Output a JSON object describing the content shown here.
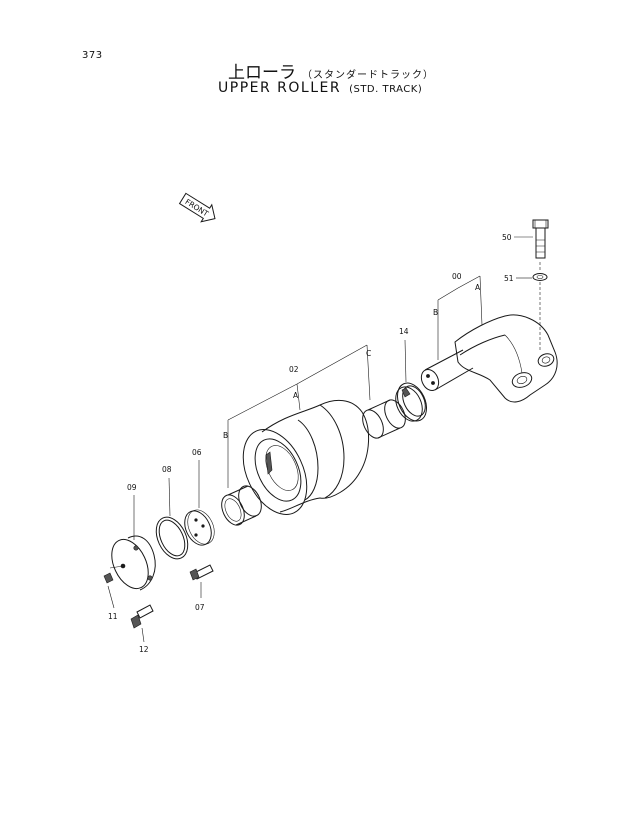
{
  "page": {
    "number": "373"
  },
  "title": {
    "japanese": "上ローラ",
    "japanese_sub": "（スタンダードトラック）",
    "english": "UPPER ROLLER",
    "english_sub": "(STD. TRACK)"
  },
  "front_marker": "FRONT",
  "callouts": {
    "c00": "00",
    "c02": "02",
    "c06": "06",
    "c07": "07",
    "c08": "08",
    "c09": "09",
    "c11": "11",
    "c12": "12",
    "c14": "14",
    "c50": "50",
    "c51": "51",
    "a_upper": "A",
    "b_upper": "B",
    "a_lower": "A",
    "b_lower": "B",
    "c_lower": "C"
  }
}
